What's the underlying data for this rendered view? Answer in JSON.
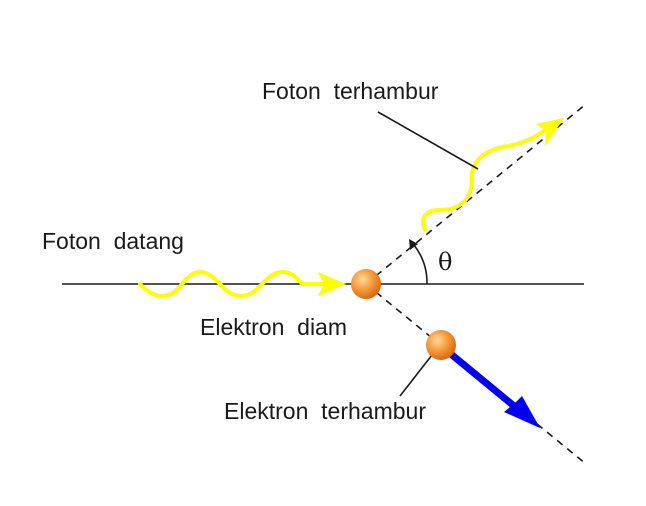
{
  "labels": {
    "incoming_photon": "Foton  datang",
    "scattered_photon": "Foton  terhambur",
    "electron_at_rest": "Elektron  diam",
    "scattered_electron": "Elektron  terhambur",
    "angle": "θ"
  },
  "colors": {
    "photon": "#ffff00",
    "electron_track": "#0000ee",
    "electron_ball": "#f28a1e",
    "line": "#1a1a1a"
  }
}
